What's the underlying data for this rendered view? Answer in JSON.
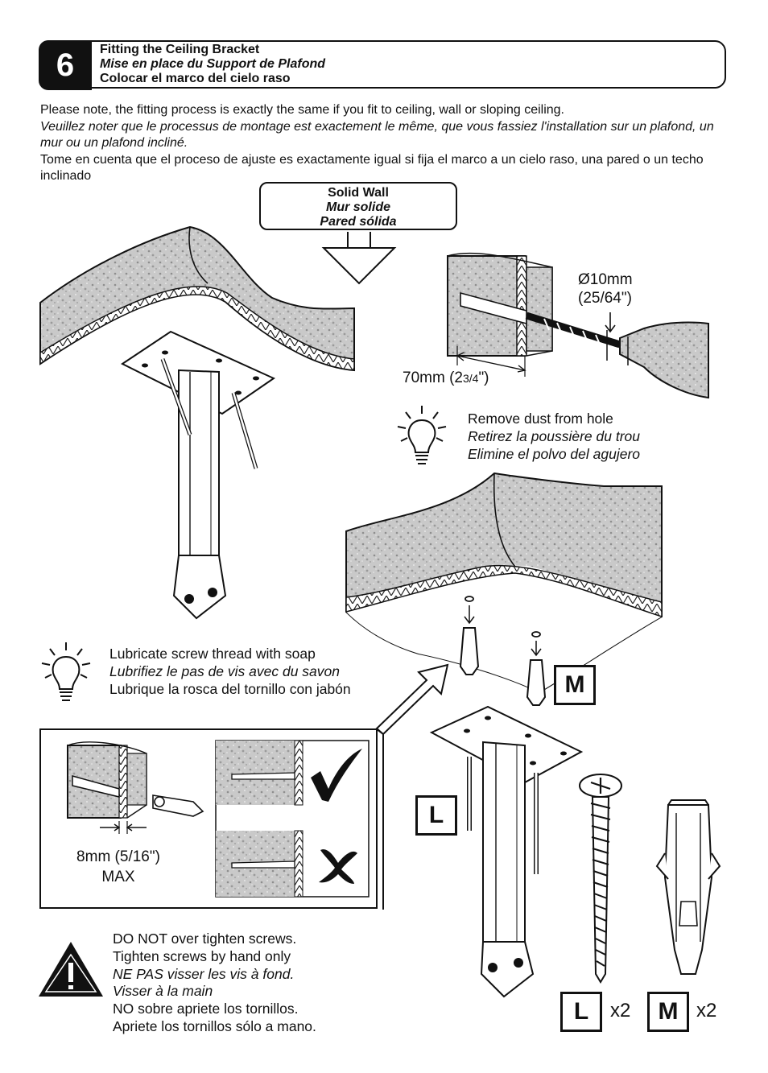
{
  "step": {
    "number": "6",
    "title_en": "Fitting the Ceiling Bracket",
    "title_fr": "Mise en place du Support de Plafond",
    "title_es": "Colocar el marco del cielo raso"
  },
  "intro": {
    "en": "Please note, the fitting process is exactly the same if you fit to ceiling, wall or sloping ceiling.",
    "fr": "Veuillez noter que le processus de montage est exactement le même, que vous fassiez l'installation sur un plafond, un mur ou un plafond incliné.",
    "es": "Tome en cuenta que el proceso de ajuste es exactamente igual si fija el marco a un cielo raso, una pared o un techo inclinado"
  },
  "wall_type": {
    "en": "Solid Wall",
    "fr": "Mur solide",
    "es": "Pared sólida"
  },
  "drill": {
    "diameter": "Ø10mm",
    "diameter_in": "(25/64\")",
    "depth_prefix": "70mm (2",
    "depth_fraction": "3/4",
    "depth_suffix": "\")"
  },
  "tip_dust": {
    "en": "Remove dust from hole",
    "fr": "Retirez la poussière du trou",
    "es": "Elimine el polvo del agujero"
  },
  "tip_soap": {
    "en": "Lubricate screw thread with soap",
    "fr": "Lubrifiez le pas de vis avec du savon",
    "es": "Lubrique la rosca del tornillo con jabón"
  },
  "plaster": {
    "max_thickness": "8mm (5/16\")",
    "max_label": "MAX"
  },
  "warning": {
    "en1": "DO NOT over tighten screws.",
    "en2": "Tighten screws by hand only",
    "fr1": "NE PAS visser les vis à fond.",
    "fr2": "Visser à la main",
    "es1": "NO sobre apriete los tornillos.",
    "es2": "Apriete los tornillos sólo a mano."
  },
  "parts": {
    "screw_key": "L",
    "plug_key": "M",
    "screw_qty": "x2",
    "plug_qty": "x2"
  },
  "icons": [
    "lightbulb-icon",
    "warning-triangle-icon",
    "check-mark-icon",
    "cross-mark-icon",
    "down-arrow-icon",
    "drill-icon"
  ]
}
